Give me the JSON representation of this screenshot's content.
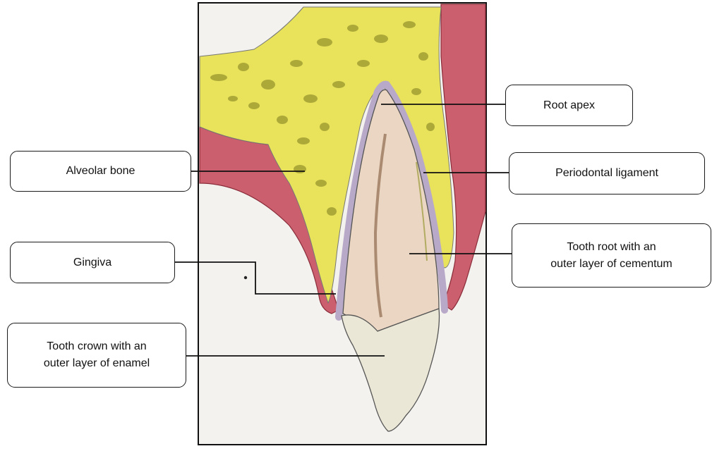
{
  "labels": {
    "root_apex": "Root apex",
    "alveolar_bone": "Alveolar bone",
    "periodontal_ligament": "Periodontal ligament",
    "gingiva": "Gingiva",
    "tooth_root_line1": "Tooth root with an",
    "tooth_root_line2": "outer layer of cementum",
    "tooth_crown_line1": "Tooth crown with an",
    "tooth_crown_line2": "outer layer of enamel"
  },
  "colors": {
    "paper": "#f3f2ee",
    "bone": "#e8e35a",
    "bone_lacunae": "#7d7a1f",
    "gingiva": "#cc5f6e",
    "gingiva_light": "#e39aa3",
    "root": "#ead6c2",
    "crown": "#ebe7d6",
    "ligament": "#b8a9c8",
    "outline": "#333333"
  }
}
